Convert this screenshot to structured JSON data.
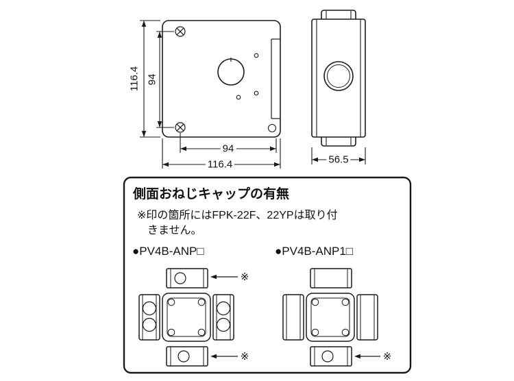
{
  "drawing": {
    "front_view": {
      "dim_height_outer": "116.4",
      "dim_height_inner": "94",
      "dim_width_inner": "94",
      "dim_width_outer": "116.4"
    },
    "side_view": {
      "dim_depth": "56.5"
    }
  },
  "info_box": {
    "title": "側面おねじキャップの有無",
    "note_line1": "※印の箇所にはFPK-22F、22YPは取り付",
    "note_line2": "きません。",
    "model_left": "●PV4B-ANP□",
    "model_right": "●PV4B-ANP1□",
    "asterisk_mark": "※"
  },
  "colors": {
    "line": "#1a1a1a",
    "background": "#ffffff"
  }
}
